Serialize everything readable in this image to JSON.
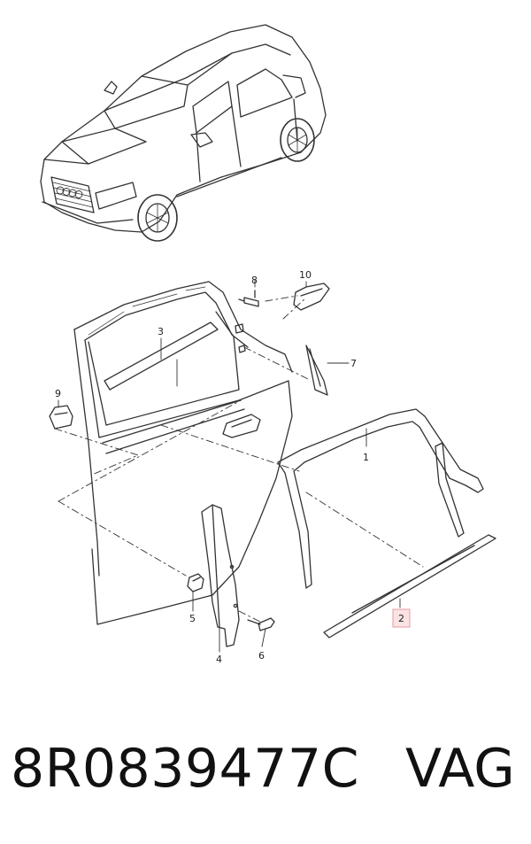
{
  "diagram": {
    "callouts": [
      {
        "id": "1",
        "label": "1"
      },
      {
        "id": "2",
        "label": "2",
        "highlighted": true
      },
      {
        "id": "3",
        "label": "3"
      },
      {
        "id": "4",
        "label": "4"
      },
      {
        "id": "5",
        "label": "5"
      },
      {
        "id": "6",
        "label": "6"
      },
      {
        "id": "7",
        "label": "7"
      },
      {
        "id": "8",
        "label": "8"
      },
      {
        "id": "9",
        "label": "9"
      },
      {
        "id": "10",
        "label": "10"
      }
    ]
  },
  "footer": {
    "part_number": "8R0839477C",
    "brand": "VAG"
  },
  "colors": {
    "line": "#333333",
    "highlight_fill": "#fbe3e4",
    "highlight_stroke": "#e79aa0"
  }
}
